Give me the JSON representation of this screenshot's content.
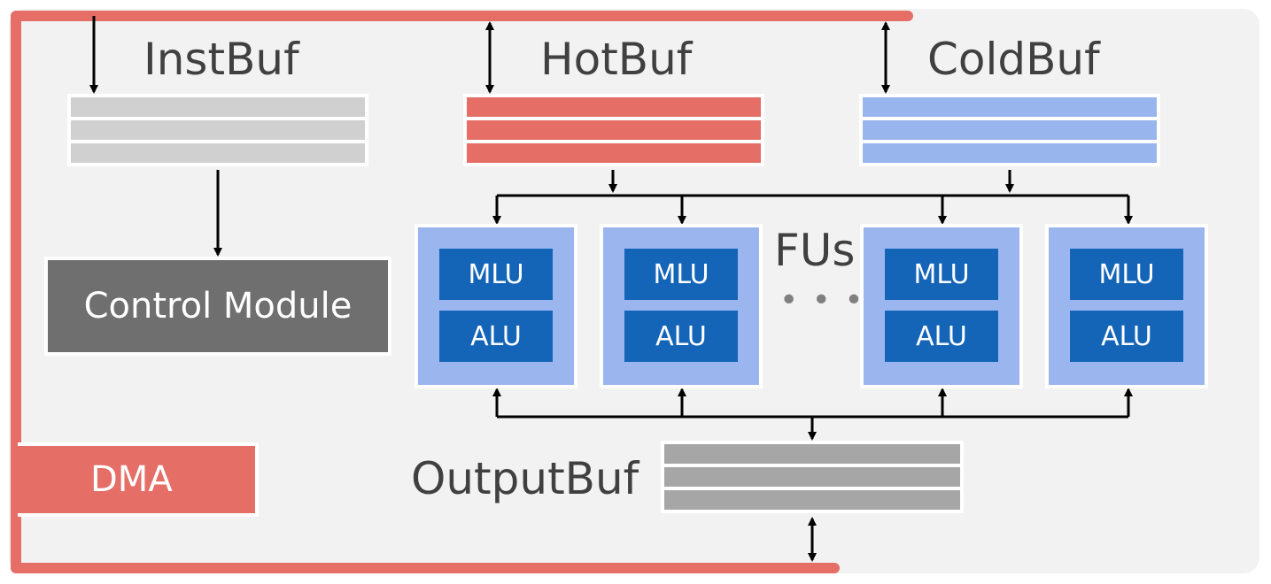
{
  "labels": {
    "instbuf": "InstBuf",
    "hotbuf": "HotBuf",
    "coldbuf": "ColdBuf",
    "outputbuf": "OutputBuf",
    "fus": "FUs",
    "ellipsis": "• • •",
    "control": "Control Module",
    "dma": "DMA"
  },
  "fus": [
    {
      "mlu": "MLU",
      "alu": "ALU"
    },
    {
      "mlu": "MLU",
      "alu": "ALU"
    },
    {
      "mlu": "MLU",
      "alu": "ALU"
    },
    {
      "mlu": "MLU",
      "alu": "ALU"
    }
  ],
  "colors": {
    "dma_bus": "#e56e67",
    "hot": "#e56e67",
    "cold": "#98b5ee",
    "inst": "#d0d0d0",
    "output": "#a6a6a6",
    "control": "#6f6f6f",
    "fu": "#9bb6ee",
    "unit": "#1464b8",
    "background": "#f2f2f2"
  }
}
